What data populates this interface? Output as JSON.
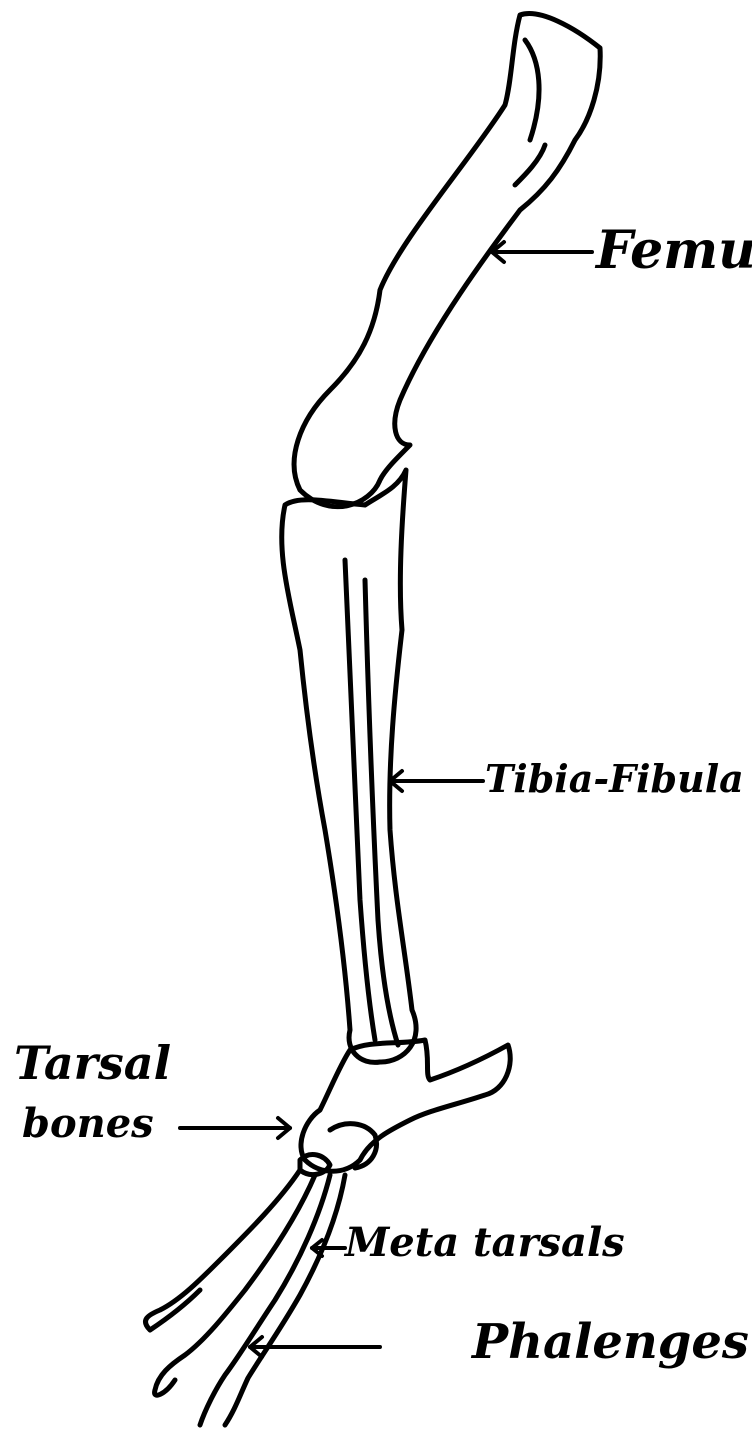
{
  "labels": {
    "femur": "Femur",
    "tibia_fibula": "Tibia-Fibula",
    "tarsal_line1": "Tarsal",
    "tarsal_line2": "bones",
    "metatarsals": "Meta tarsals",
    "phalanges": "Phalenges"
  },
  "colors": {
    "ink": "#000000",
    "paper": "#ffffff"
  }
}
